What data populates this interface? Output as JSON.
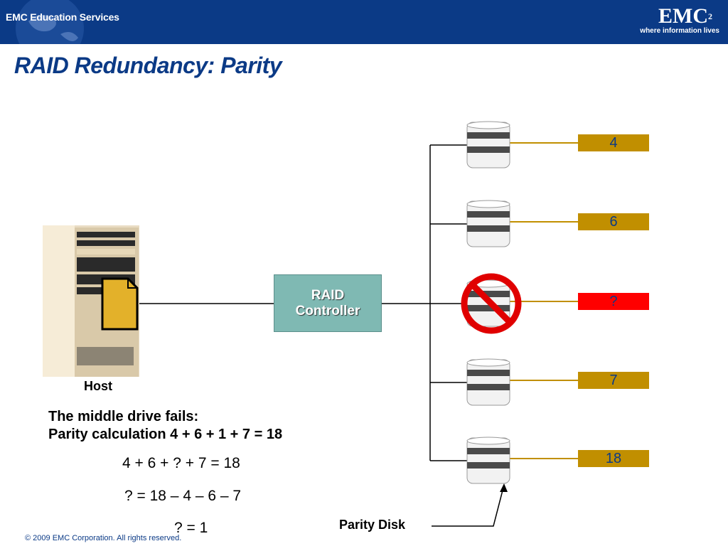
{
  "header": {
    "left_text": "EMC Education Services",
    "logo_text": "EMC",
    "logo_sup": "2",
    "tagline": "where information lives"
  },
  "title": "RAID Redundancy: Parity",
  "host": {
    "label": "Host",
    "icon": "server-tower-icon",
    "file_icon": "document-icon"
  },
  "controller": {
    "line1": "RAID",
    "line2": "Controller"
  },
  "disks": [
    {
      "value": "4",
      "failed": false
    },
    {
      "value": "6",
      "failed": false
    },
    {
      "value": "?",
      "failed": true
    },
    {
      "value": "7",
      "failed": false
    },
    {
      "value": "18",
      "failed": false
    }
  ],
  "explanation": {
    "line1": "The middle drive fails:",
    "line2": "Parity calculation  4 + 6 + 1 + 7 = 18",
    "eq1": "4 + 6 + ? + 7 = 18",
    "eq2": "? = 18 – 4 – 6 – 7",
    "eq3": "? = 1"
  },
  "parity_label": "Parity Disk",
  "footer": "© 2009 EMC Corporation. All rights reserved.",
  "colors": {
    "header_blue": "#0b3a86",
    "data_block": "#c18f00",
    "failed_block": "#ff0000",
    "controller": "#7fb9b3",
    "no_symbol": "#e00000"
  }
}
